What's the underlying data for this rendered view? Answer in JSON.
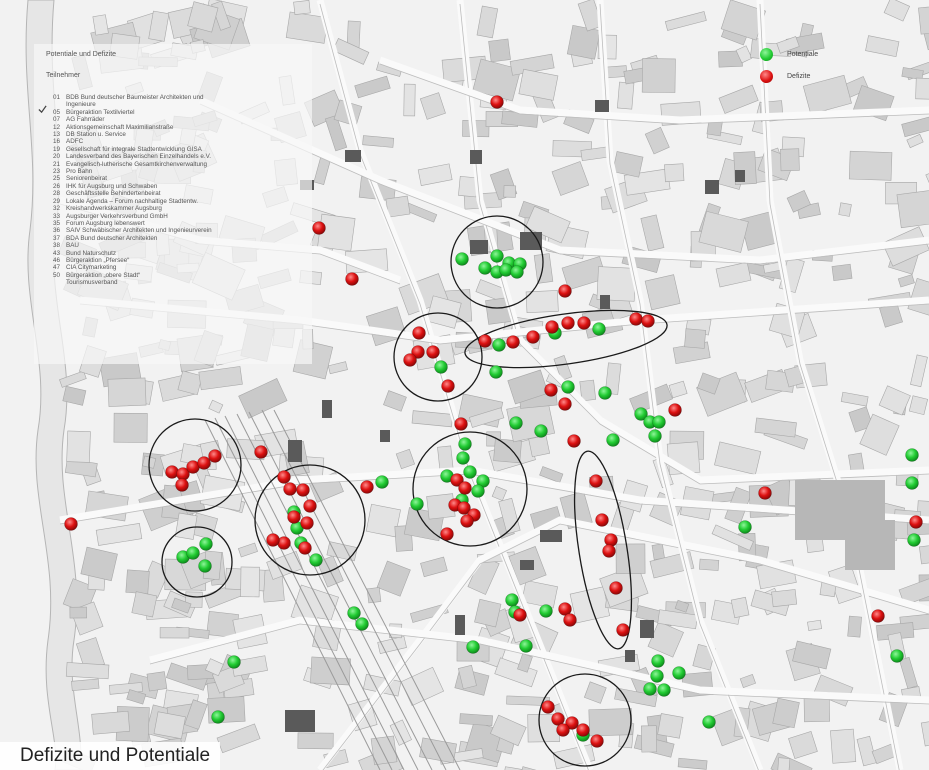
{
  "caption": "Defizite und Potentiale",
  "legend": {
    "heading": "Potentiale und Defizite",
    "subheading": "Teilnehmer",
    "participants": [
      {
        "code": "01",
        "label": "BDB Bund deutscher Baumeister Architekten und"
      },
      {
        "code": "",
        "label": "Ingenieure"
      },
      {
        "code": "05",
        "label": "Bürgeraktion Textilviertel"
      },
      {
        "code": "07",
        "label": "AG Fahrräder"
      },
      {
        "code": "12",
        "label": "Aktionsgemeinschaft Maximilianstraße"
      },
      {
        "code": "13",
        "label": "DB Station u. Service"
      },
      {
        "code": "16",
        "label": "ADFC"
      },
      {
        "code": "19",
        "label": "Gesellschaft für integrale Stadtentwicklung GISA"
      },
      {
        "code": "20",
        "label": "Landesverband des Bayerischen Einzelhandels e.V."
      },
      {
        "code": "21",
        "label": "Evangelisch-lutherische Gesamtkirchenverwaltung"
      },
      {
        "code": "23",
        "label": "Pro Bahn"
      },
      {
        "code": "25",
        "label": "Seniorenbeirat"
      },
      {
        "code": "26",
        "label": "IHK für Augsburg und Schwaben"
      },
      {
        "code": "28",
        "label": "Geschäftsstelle Behindertenbeirat"
      },
      {
        "code": "29",
        "label": "Lokale Agenda – Forum nachhaltige Stadtentw."
      },
      {
        "code": "32",
        "label": "Kreishandwerkskammer Augsburg"
      },
      {
        "code": "33",
        "label": "Augsburger Verkehrsverbund GmbH"
      },
      {
        "code": "35",
        "label": "Forum Augsburg lebenswert"
      },
      {
        "code": "36",
        "label": "SAIV Schwäbischer Architekten und Ingenieurverein"
      },
      {
        "code": "37",
        "label": "BDA Bund deutscher Architekten"
      },
      {
        "code": "38",
        "label": "BAU"
      },
      {
        "code": "43",
        "label": "Bund Naturschutz"
      },
      {
        "code": "46",
        "label": "Bürgeraktion „Pfersee“"
      },
      {
        "code": "47",
        "label": "CIA Citymarketing"
      },
      {
        "code": "50",
        "label": "Bürgeraktion „obere Stadt“"
      },
      {
        "code": "",
        "label": "Tourismusverband"
      }
    ]
  },
  "key": {
    "potentiale_label": "Potentiale",
    "defizite_label": "Defizite",
    "potentiale_color": "#22cc33",
    "defizite_color": "#dd1111"
  },
  "icons": {
    "checkmark": "check-icon"
  }
}
